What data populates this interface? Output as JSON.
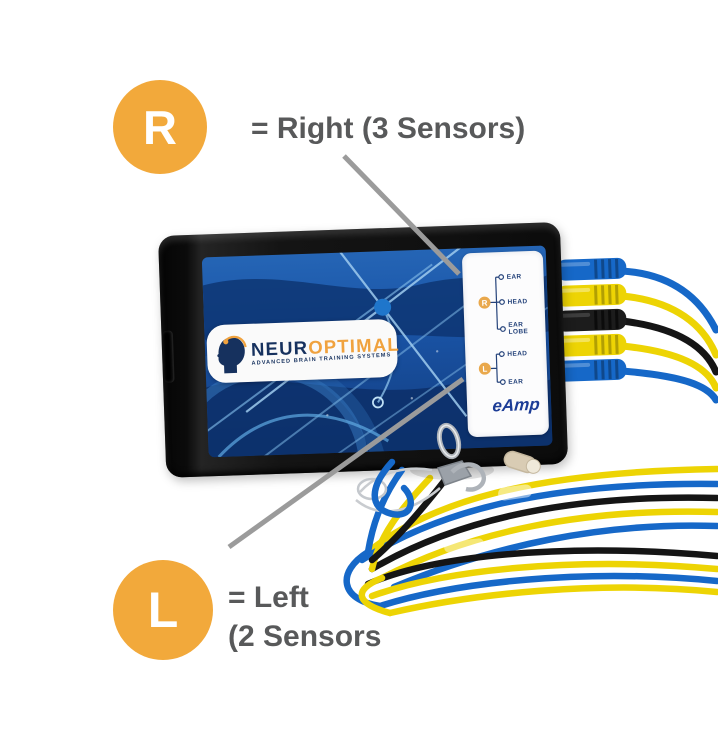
{
  "annotations": {
    "right": {
      "letter": "R",
      "label": "= Right (3 Sensors)"
    },
    "left": {
      "letter": "L",
      "label_line1": "= Left",
      "label_line2": "(2 Sensors"
    }
  },
  "device": {
    "logo": {
      "name_part1": "NEUR",
      "name_part2": "OPTIMAL",
      "tagline": "ADVANCED BRAIN TRAINING SYSTEMS"
    },
    "panel": {
      "right": {
        "letter": "R",
        "items": [
          "EAR",
          "HEAD",
          "EAR LOBE"
        ]
      },
      "left": {
        "letter": "L",
        "items": [
          "HEAD",
          "EAR"
        ]
      },
      "brand": "eAmp"
    }
  },
  "icons": {
    "logo_head_icon": "head-silhouette-with-orange-arc",
    "sensor_terminal": "small-open-circle",
    "leader_line": "gray-callout-line"
  },
  "colors": {
    "accent_orange": "#F2A93B",
    "label_gray": "#58595A",
    "leader_gray": "#9B9B9B",
    "panel_navy": "#24427A",
    "logo_navy": "#16315E",
    "logo_orange": "#F0A23E",
    "brand_navy": "#1C3C96",
    "wire_blue": "#1668C8",
    "wire_yellow": "#EDD404",
    "wire_black": "#151515"
  }
}
